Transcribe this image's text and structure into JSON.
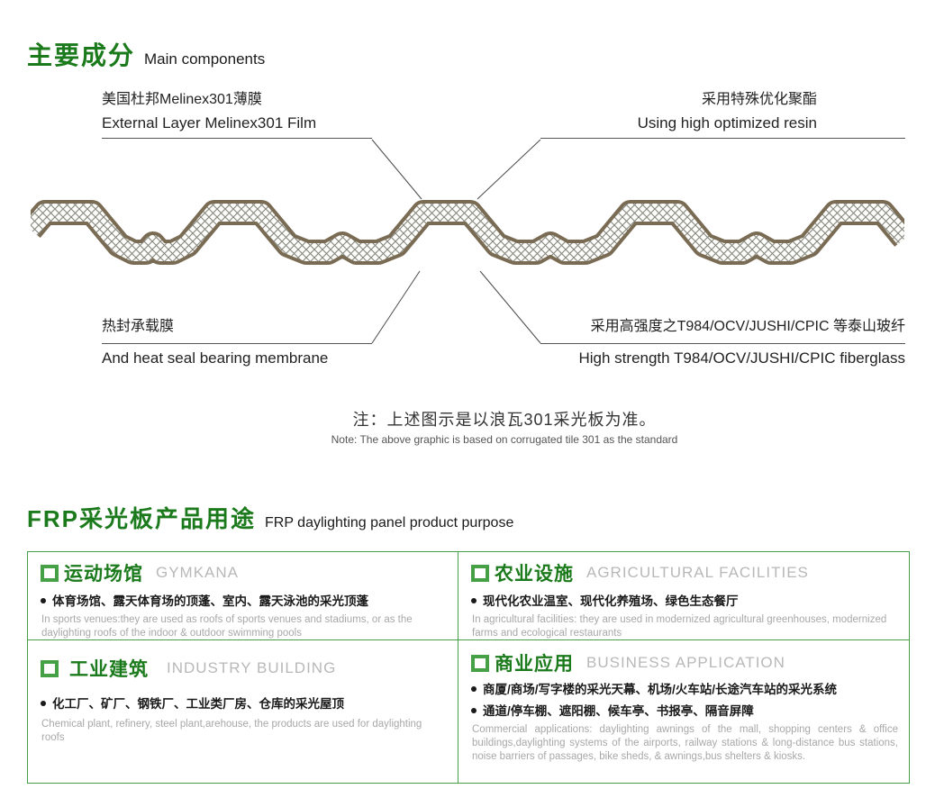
{
  "colors": {
    "green_text": "#1b7a1b",
    "green_border": "#46a046",
    "subtitle_gray": "#b8b8b8",
    "desc_gray": "#a8a8a8",
    "panel_brown": "#7a6c54",
    "hatch_gray": "#85867e",
    "leader_gray": "#4a4a4a",
    "text_black": "#1a1a1a"
  },
  "main_components": {
    "title_zh": "主要成分",
    "title_en": "Main components",
    "callouts": {
      "top_left": {
        "zh": "美国杜邦Melinex301薄膜",
        "en": "External Layer Melinex301 Film"
      },
      "top_right": {
        "zh": "采用特殊优化聚酯",
        "en": "Using high optimized resin"
      },
      "bottom_left": {
        "zh": "热封承载膜",
        "en": "And heat seal bearing membrane"
      },
      "bottom_right": {
        "zh": "采用高强度之T984/OCV/JUSHI/CPIC 等泰山玻纤",
        "en": "High strength T984/OCV/JUSHI/CPIC fiberglass"
      }
    },
    "note_zh": "注：上述图示是以浪瓦301采光板为准。",
    "note_en": "Note: The above graphic is based on corrugated tile 301 as the standard"
  },
  "product_purpose": {
    "title_zh": "FRP采光板产品用途",
    "title_en": "FRP daylighting panel product purpose",
    "cells": [
      {
        "title_zh": "运动场馆",
        "title_en": "GYMKANA",
        "bullets": [
          "体育场馆、露天体育场的顶蓬、室内、露天泳池的采光顶蓬"
        ],
        "desc": "In sports venues:they are used as roofs of sports venues and stadiums, or as the daylighting roofs of the indoor & outdoor swimming pools"
      },
      {
        "title_zh": "农业设施",
        "title_en": "AGRICULTURAL FACILITIES",
        "bullets": [
          "现代化农业温室、现代化养殖场、绿色生态餐厅"
        ],
        "desc": "In agricultural facilities: they are used in modernized agricultural greenhouses, modernized farms and ecological restaurants"
      },
      {
        "title_zh": "工业建筑",
        "title_en": "INDUSTRY BUILDING",
        "bullets": [
          "化工厂、矿厂、钢铁厂、工业类厂房、仓库的采光屋顶"
        ],
        "desc": "Chemical plant, refinery, steel plant,arehouse, the products are used for daylighting roofs"
      },
      {
        "title_zh": "商业应用",
        "title_en": "BUSINESS APPLICATION",
        "bullets": [
          "商厦/商场/写字楼的采光天幕、机场/火车站/长途汽车站的采光系统",
          "通道/停车棚、遮阳棚、候车亭、书报亭、隔音屏障"
        ],
        "desc": "Commercial applications: daylighting awnings of the mall, shopping centers & office buildings,daylighting systems of the airports, railway stations & long-distance bus stations, noise barriers of passages, bike sheds, & awnings,bus shelters & kiosks."
      }
    ]
  }
}
